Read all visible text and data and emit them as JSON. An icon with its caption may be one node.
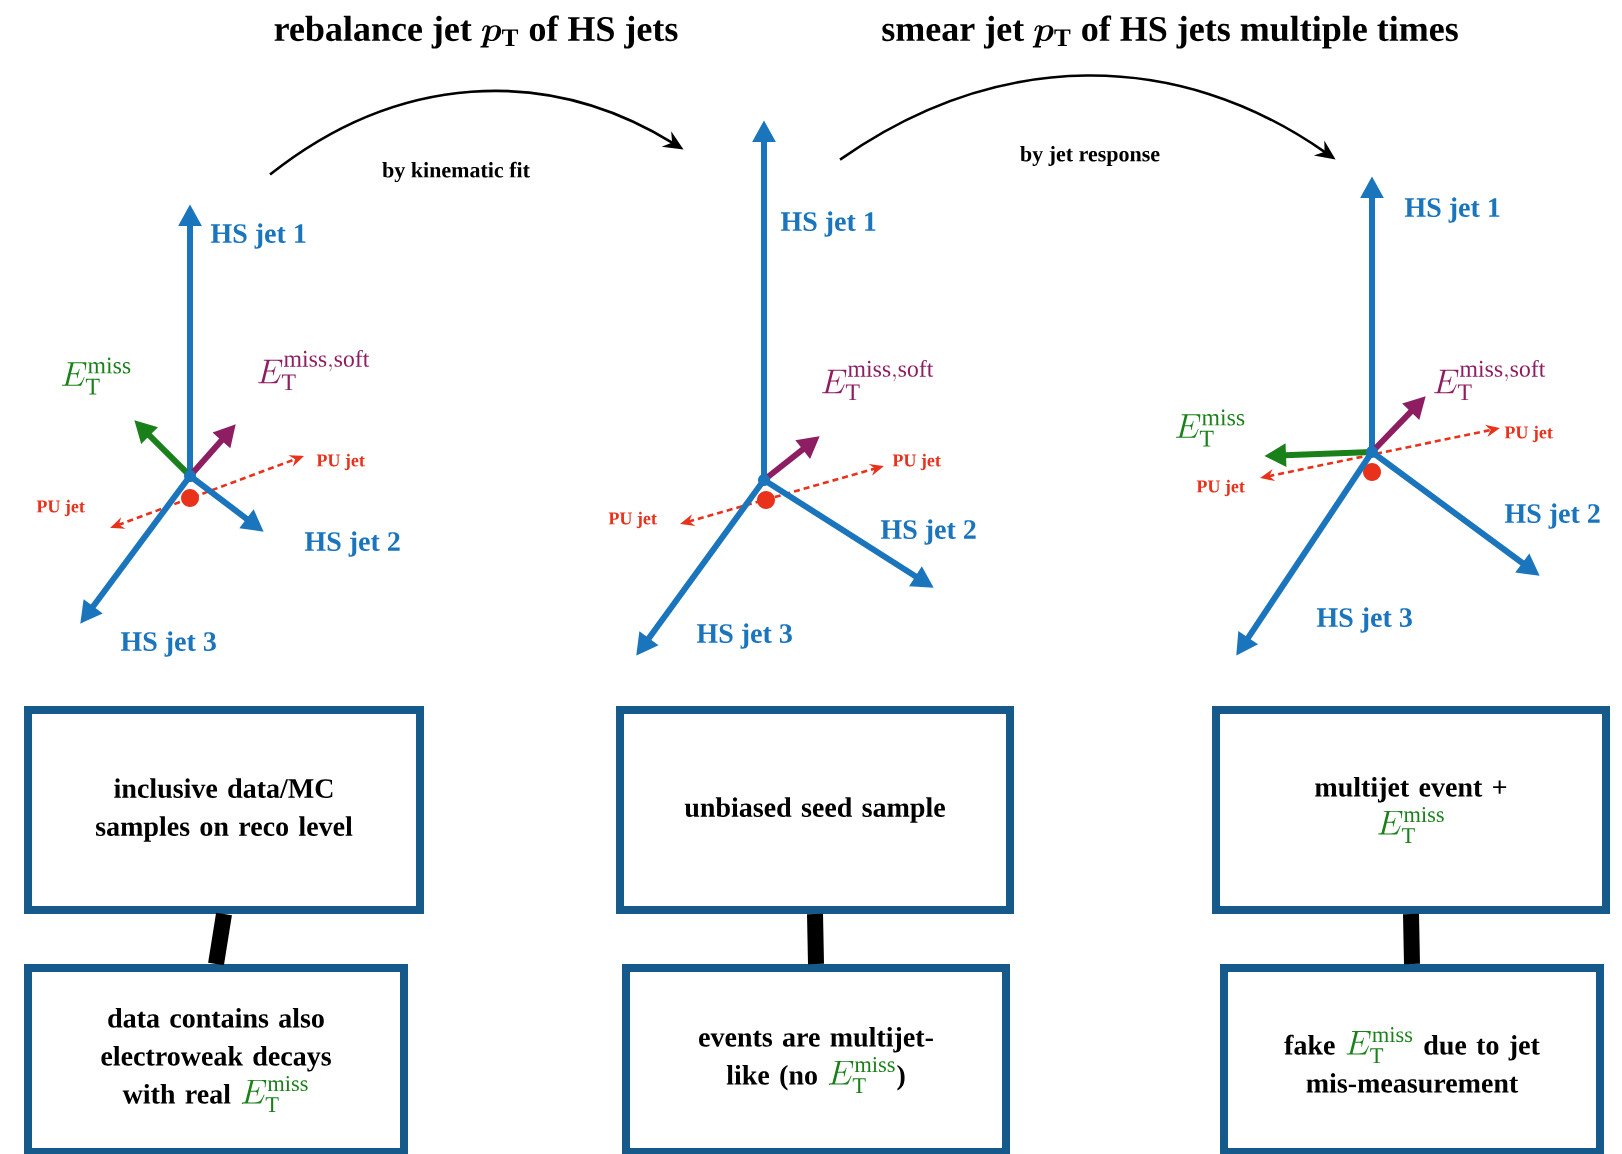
{
  "diagram": {
    "nodes": [
      {
        "text": [],
        "shape": "picture"
      },
      {
        "text": [],
        "shape": "picture"
      },
      {
        "text": [],
        "shape": "picture"
      },
      {
        "text": [
          "inclusive data/MC samples on reco level"
        ]
      },
      {
        "text": [
          "unbiased seed sample"
        ]
      },
      {
        "text": [
          "multijet event +",
          "E_{\\mathrm{T}}^{\\mathrm{miss}}"
        ]
      },
      {
        "text": [
          "data contains also electroweak decays with real",
          "E_{\\mathrm{T}}^{\\mathrm{miss}}"
        ]
      },
      {
        "text": [
          "events are multijet-like (no",
          "E_{\\mathrm{T}}^{\\mathrm{miss}}",
          ")"
        ]
      },
      {
        "text": [
          "fake",
          "E_{\\mathrm{T}}^{\\mathrm{miss}}",
          "due to jet mis-measurement"
        ]
      }
    ],
    "edges": [
      {
        "from": 0,
        "to": 1,
        "arrow": "to",
        "label": "by kinematic fit"
      },
      {
        "from": 1,
        "to": 2,
        "arrow": "to",
        "label": "by jet response"
      },
      {
        "from": 3,
        "to": 6,
        "arrow": "none"
      },
      {
        "from": 4,
        "to": 7,
        "arrow": "none"
      },
      {
        "from": 5,
        "to": 8,
        "arrow": "none"
      }
    ],
    "labels": [
      "rebalance jet",
      "p_{\\mathrm{T}}",
      "of HS jets",
      "smear jet",
      "p_{\\mathrm{T}}",
      "of HS jets multiple times",
      "HS jet 1",
      "E_{\\mathrm{T}}^{\\mathrm{miss,soft}}",
      "E_{\\mathrm{T}}^{\\mathrm{miss}}",
      "PU jet",
      "PU jet",
      "HS jet 2",
      "HS jet 3",
      "HS jet 1",
      "E_{\\mathrm{T}}^{\\mathrm{miss,soft}}",
      "PU jet",
      "PU jet",
      "HS jet 2",
      "HS jet 3",
      "HS jet 1",
      "E_{\\mathrm{T}}^{\\mathrm{miss,soft}}",
      "E_{\\mathrm{T}}^{\\mathrm{miss}}",
      "PU jet",
      "PU jet",
      "HS jet 2",
      "HS jet 3"
    ]
  }
}
